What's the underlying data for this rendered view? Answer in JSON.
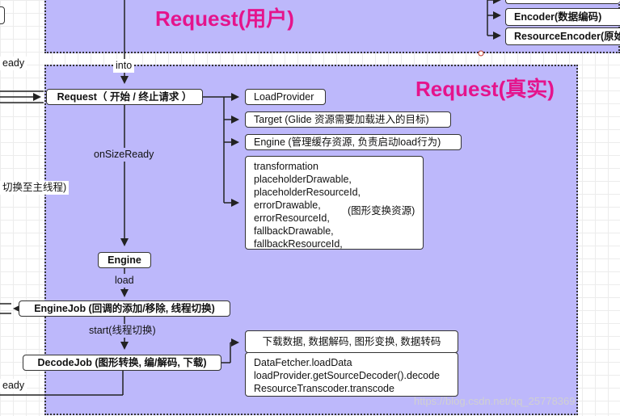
{
  "top_region": {
    "title": "Request(用户)",
    "encoder_box": "Encoder(数据编码)",
    "resource_encoder_box": "ResourceEncoder(原始"
  },
  "main_region": {
    "title": "Request(真实)",
    "request_box": "Request（ 开始 / 终止请求 ）",
    "load_provider_box": "LoadProvider",
    "target_box": "Target (Glide 资源需要加载进入的目标)",
    "engine_info_box": "Engine (管理缓存资源, 负责启动load行为)",
    "transform_box": {
      "lines": [
        "transformation",
        "placeholderDrawable,",
        "placeholderResourceId,",
        "errorDrawable,",
        "errorResourceId,",
        "fallbackDrawable,",
        "fallbackResourceId,"
      ],
      "note": "(图形变换资源)"
    },
    "engine_box": "Engine",
    "engine_job_box": "EngineJob (回调的添加/移除, 线程切换)",
    "decode_job_box": "DecodeJob (图形转换, 编/解码, 下载)",
    "decode_header_box": "下载数据, 数据解码, 图形变换, 数据转码",
    "decode_detail_box": {
      "lines": [
        "DataFetcher.loadData",
        "loadProvider.getSourceDecoder().decode",
        "ResourceTranscoder.transcode"
      ]
    }
  },
  "edge_labels": {
    "into": "into",
    "on_size_ready": "onSizeReady",
    "load": "load",
    "start": "start(线程切换)"
  },
  "left_fragments": {
    "ready_top": "eady",
    "thread_switch": "切换至主线程)",
    "ready_bottom": "eady"
  },
  "watermark": "https://blog.csdn.net/qq_25778369",
  "colors": {
    "region_fill": "#bdb8fb",
    "title": "#e5148c",
    "resize_handle": "#c0392b"
  }
}
